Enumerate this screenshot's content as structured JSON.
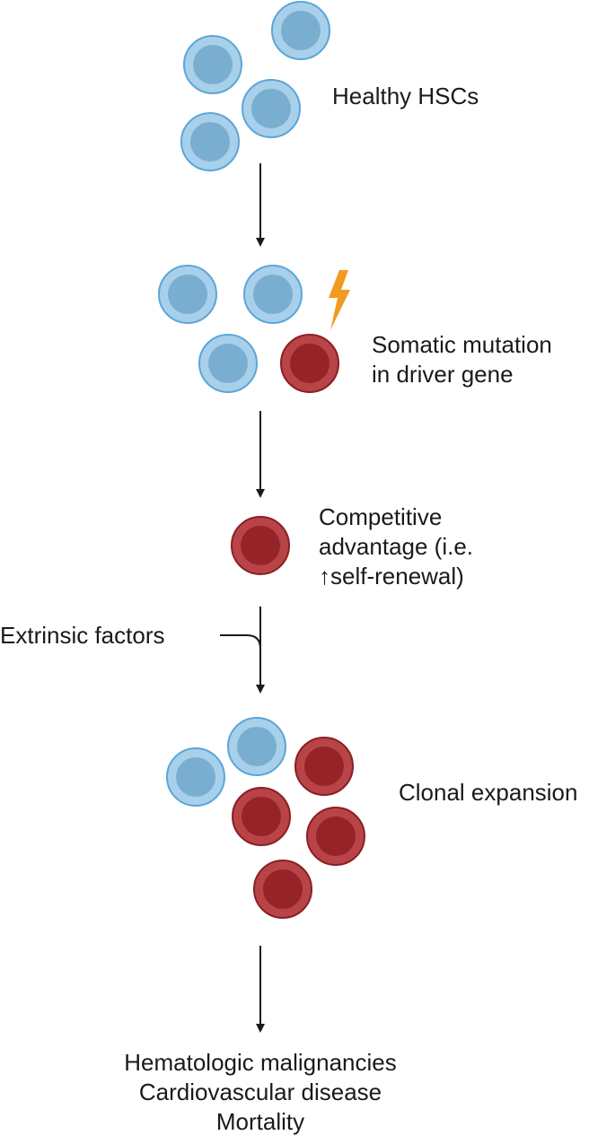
{
  "colors": {
    "healthy_cell": "#a8d0ea",
    "healthy_cell_nucleus": "#7aaed0",
    "healthy_cell_outline": "#5ba6d9",
    "mutant_cell": "#b84448",
    "mutant_cell_nucleus": "#962328",
    "mutant_cell_outline": "#8a1f24",
    "arrow": "#1a1a1a",
    "lightning": "#f29a1f"
  },
  "stages": {
    "healthy": {
      "label": "Healthy HSCs"
    },
    "mutation": {
      "label_lines": [
        "Somatic mutation",
        "in driver gene"
      ],
      "icon": "lightning-bolt-icon"
    },
    "advantage": {
      "label_lines": [
        "Competitive",
        "advantage (i.e.",
        "↑self-renewal)"
      ]
    },
    "extrinsic": {
      "label": "Extrinsic factors"
    },
    "expansion": {
      "label": "Clonal expansion"
    },
    "outcomes": {
      "label_lines": [
        "Hematologic malignancies",
        "Cardiovascular disease",
        "Mortality"
      ]
    }
  }
}
